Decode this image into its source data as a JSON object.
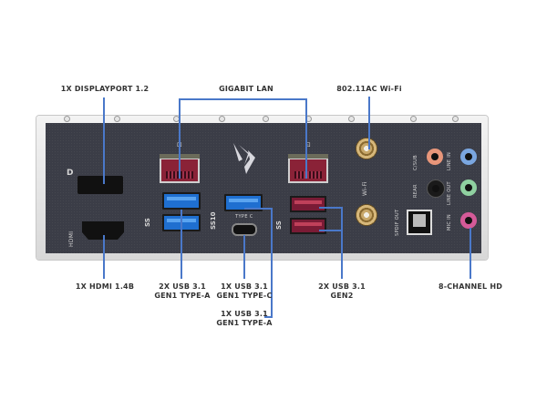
{
  "title": "Motherboard rear I/O panel port diagram",
  "colors": {
    "callout_line": "#4a78c9",
    "panel": "#3b3d47",
    "usb_gen1": "#1f6fd0",
    "usb_gen2": "#7a1b35",
    "lan_port": "#8a2237",
    "audio_center_sub": "#e8967a",
    "audio_line_in": "#7aa6e0",
    "audio_rear": "#1a1a1a",
    "audio_line_out": "#8fd0a0",
    "audio_mic_in": "#d45a98"
  },
  "callouts": {
    "displayport": "1X DISPLAYPORT 1.2",
    "lan": "GIGABIT LAN",
    "wifi": "802.11AC Wi-Fi",
    "hdmi": "1X HDMI 1.4B",
    "usb_gen1_a_line1": "2X USB 3.1",
    "usb_gen1_a_line2": "GEN1 TYPE-A",
    "usb_c_line1": "1X USB 3.1",
    "usb_c_line2": "GEN1 TYPE-C",
    "usb_gen1_a2_line1": "1X USB 3.1",
    "usb_gen1_a2_line2": "GEN1 TYPE-A",
    "usb_gen2_line1": "2X USB 3.1",
    "usb_gen2_line2": "GEN2",
    "audio": "8-CHANNEL HD"
  },
  "panel_labels": {
    "hdmi": "HDMI",
    "dp_icon": "D",
    "type_c": "TYPE C",
    "wifi": "Wi-Fi",
    "ss": "SS",
    "ss10": "SS10",
    "c_sub": "C/SUB",
    "rear": "REAR",
    "spdif_out": "SPDIF OUT",
    "line_in": "LINE IN",
    "line_out": "LINE OUT",
    "mic_in": "MIC IN"
  }
}
